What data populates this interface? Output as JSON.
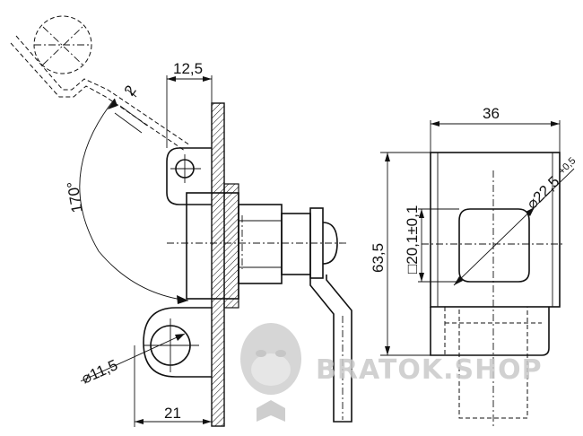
{
  "dimensions": {
    "width_top": "12,5",
    "thickness": "2",
    "angle": "170°",
    "hole_dia": "⌀11,5",
    "width_bottom": "21",
    "width_right": "36",
    "height": "63,5",
    "square": "□20,1±0,1",
    "dia_main": "⌀22,5",
    "dia_tol": "+0,5"
  },
  "watermark": {
    "text": "BRATOK.SHOP"
  },
  "colors": {
    "line": "#111111",
    "watermark": "#c9c9c9",
    "hatch": "#111111"
  }
}
